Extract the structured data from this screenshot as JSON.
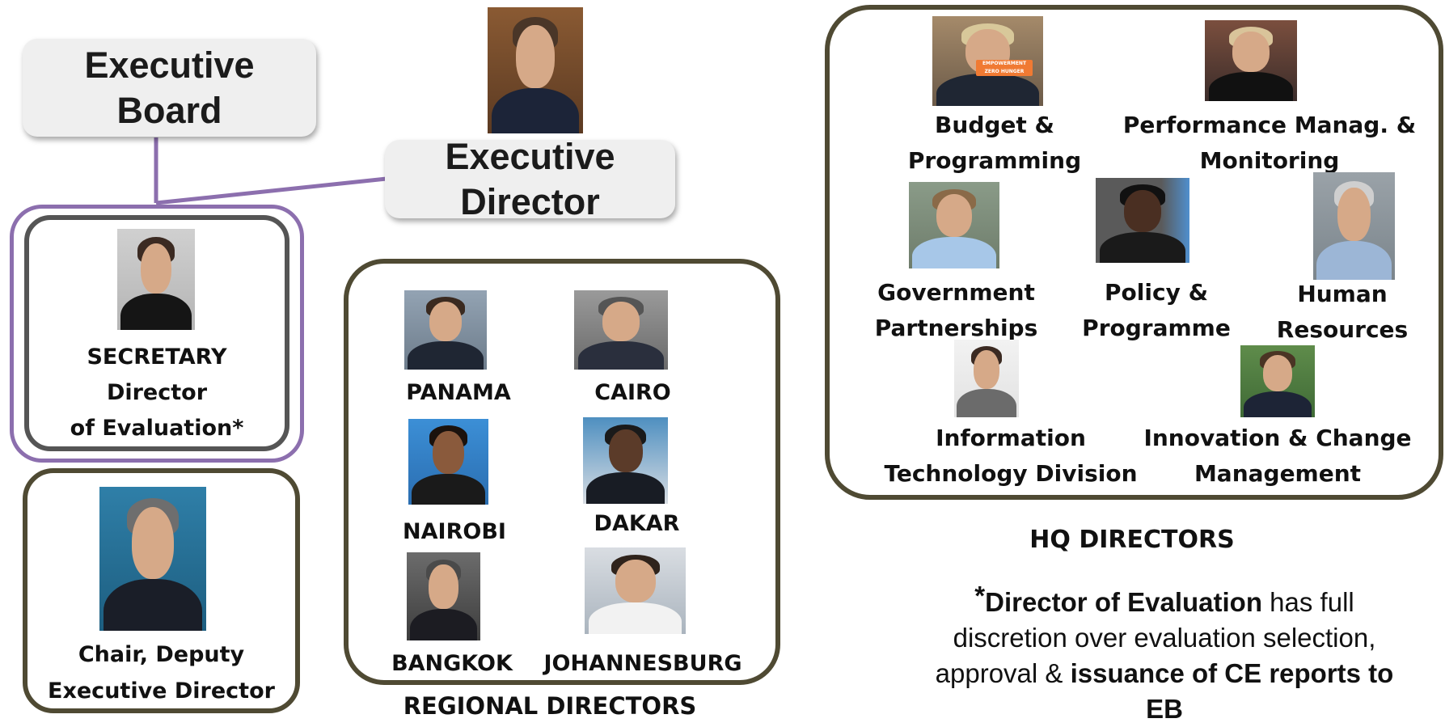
{
  "executive_board": {
    "line1": "Executive",
    "line2": "Board"
  },
  "executive_director": {
    "line1": "Executive",
    "line2": "Director"
  },
  "secretary": {
    "line1": "SECRETARY",
    "line2": "Director",
    "line3": "of Evaluation*"
  },
  "chair": {
    "line1": "Chair, Deputy",
    "line2": "Executive Director"
  },
  "regional": {
    "panama": "PANAMA",
    "cairo": "CAIRO",
    "nairobi": "NAIROBI",
    "dakar": "DAKAR",
    "bangkok": "BANGKOK",
    "johannesburg": "JOHANNESBURG",
    "caption": "REGIONAL DIRECTORS"
  },
  "hq": {
    "budget": {
      "line1": "Budget &",
      "line2": "Programming"
    },
    "performance": {
      "line1": "Performance Manag. &",
      "line2": "Monitoring"
    },
    "government": {
      "line1": "Government",
      "line2": "Partnerships"
    },
    "policy": {
      "line1": "Policy &",
      "line2": "Programme"
    },
    "human": {
      "line1": "Human",
      "line2": "Resources"
    },
    "it": {
      "line1": "Information",
      "line2": "Technology Division"
    },
    "innovation": {
      "line1": "Innovation & Change",
      "line2": "Management"
    },
    "caption": "HQ DIRECTORS",
    "badge_text": "EMPOWERMENT ZERO HUNGER"
  },
  "note": {
    "star": "*",
    "bold1": "Director of Evaluation",
    "text1": " has full",
    "line2": "discretion over evaluation selection,",
    "text3": "approval & ",
    "bold3": "issuance of CE reports to",
    "bold4": "EB"
  },
  "colors": {
    "purple": "#8c6fae",
    "frame_dark": "#4f4a33",
    "frame_gray": "#555555",
    "box_bg": "#efefef"
  }
}
